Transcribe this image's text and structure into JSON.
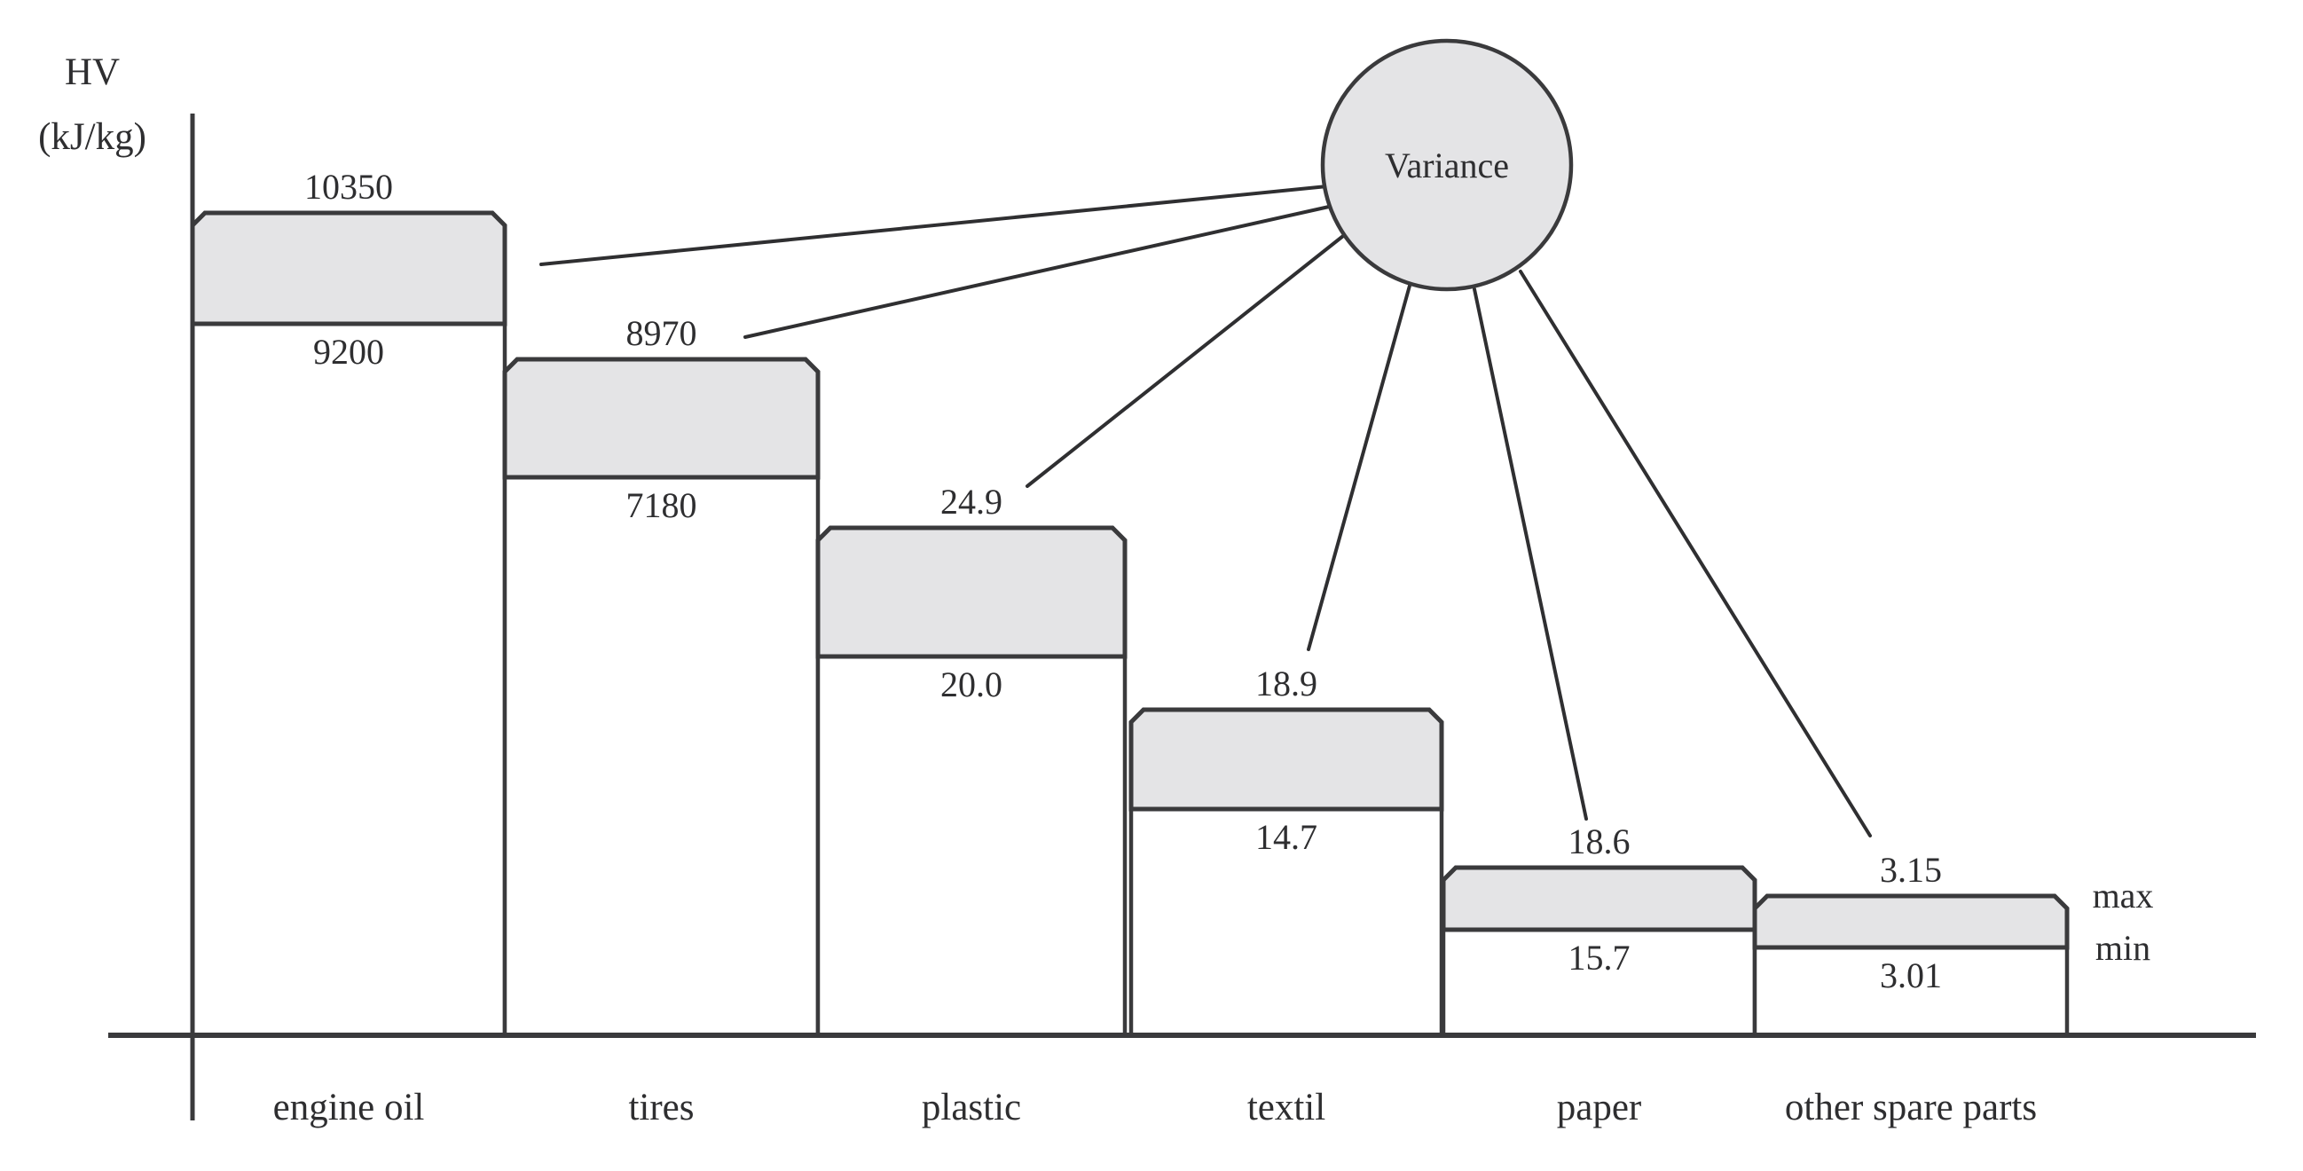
{
  "chart_data": {
    "type": "bar",
    "subtype": "min-max range (variance) chart",
    "title": "",
    "ylabel": "HV (kJ/kg)",
    "ylabel_lines": [
      "HV",
      "(kJ/kg)"
    ],
    "xlabel": "",
    "categories": [
      "engine oil",
      "tires",
      "plastic",
      "textil",
      "paper",
      "other spare parts"
    ],
    "series": [
      {
        "name": "max",
        "values": [
          10350,
          8970,
          24.9,
          18.9,
          18.6,
          3.15
        ]
      },
      {
        "name": "min",
        "values": [
          9200,
          7180,
          20.0,
          14.7,
          15.7,
          3.01
        ]
      }
    ],
    "max_labels": [
      "10350",
      "8970",
      "24.9",
      "18.9",
      "18.6",
      "3.15"
    ],
    "min_labels": [
      "9200",
      "7180",
      "20.0",
      "14.7",
      "15.7",
      "3.01"
    ],
    "annotations": {
      "variance_bubble": "Variance",
      "max_marker": "max",
      "min_marker": "min"
    },
    "legend_position": "none",
    "grid": false,
    "note": "Gray band on each bar spans min-to-max heating value; bands are linked by lines to the Variance bubble. Bar heights are schematic (descending stairs), not proportional to values.",
    "colors": {
      "range_fill": "#e4e4e6",
      "stroke": "#3a3a3c",
      "line": "#2f2f31",
      "text": "#2e2e30",
      "background": "#ffffff"
    }
  }
}
